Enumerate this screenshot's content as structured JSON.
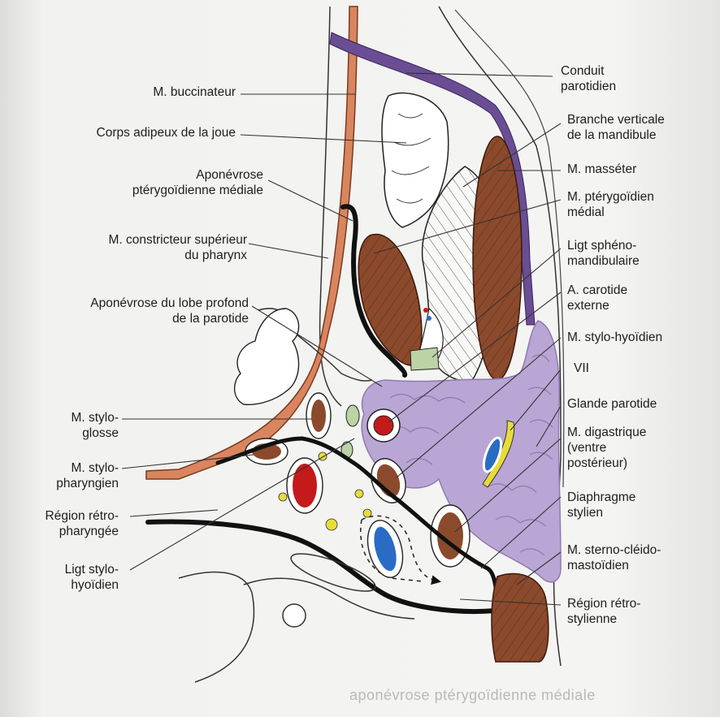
{
  "labels_left": [
    {
      "key": "buccinateur",
      "text": "M. buccinateur"
    },
    {
      "key": "corps_adipeux",
      "text": "Corps adipeux de la joue"
    },
    {
      "key": "aponevrose_pterygo",
      "text": "Aponévrose\nptérygoïdienne médiale"
    },
    {
      "key": "constricteur",
      "text": "M. constricteur supérieur\ndu pharynx"
    },
    {
      "key": "aponevrose_lobe",
      "text": "Aponévrose du lobe profond\nde la parotide"
    },
    {
      "key": "styloglosse",
      "text": "M. stylo-\nglosse"
    },
    {
      "key": "stylopharyngien",
      "text": "M. stylo-\npharyngien"
    },
    {
      "key": "retropharyngee",
      "text": "Région rétro-\npharyngée"
    },
    {
      "key": "ligt_stylohyoidien",
      "text": "Ligt stylo-\nhyoïdien"
    }
  ],
  "labels_right": [
    {
      "key": "conduit",
      "text": "Conduit\nparotidien"
    },
    {
      "key": "branche",
      "text": "Branche verticale\nde la mandibule"
    },
    {
      "key": "masseter",
      "text": "M. masséter"
    },
    {
      "key": "pterygoidien",
      "text": "M. ptérygoïdien\nmédial"
    },
    {
      "key": "ligt_spheno",
      "text": "Ligt sphéno-\nmandibulaire"
    },
    {
      "key": "carotide",
      "text": "A. carotide\nexterne"
    },
    {
      "key": "stylohyoidien",
      "text": "M. stylo-hyoïdien"
    },
    {
      "key": "vii",
      "text": "VII"
    },
    {
      "key": "glande",
      "text": "Glande parotide"
    },
    {
      "key": "digastrique",
      "text": "M. digastrique\n(ventre\npostérieur)"
    },
    {
      "key": "diaphragme",
      "text": "Diaphragme\nstylien"
    },
    {
      "key": "sterno",
      "text": "M. sterno-cléido-\nmastoïdien"
    },
    {
      "key": "retrostylienne",
      "text": "Région rétro-\nstylienne"
    }
  ],
  "caption": "aponévrose ptérygoïdienne médiale",
  "colors": {
    "muscle": "#8b4a2c",
    "muscle_stripe": "#6e3520",
    "buccinator": "#d9855f",
    "parotid": "#b9a6d4",
    "parotid_edge": "#8e7ab0",
    "duct": "#6a4d93",
    "artery": "#c41a1a",
    "vein": "#2a6cc4",
    "nerve": "#e8dc3a",
    "node": "#bcd3a6",
    "bone": "#ffffff"
  }
}
